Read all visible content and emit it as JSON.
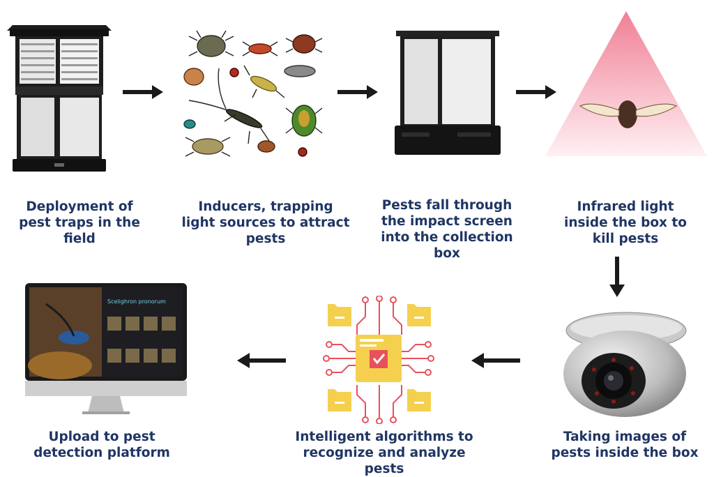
{
  "steps": [
    {
      "id": "deploy",
      "label": "Deployment of pest traps in the field",
      "icon": "trap-icon"
    },
    {
      "id": "inducers",
      "label": "Inducers, trapping light sources to attract pests",
      "icon": "insects-icon"
    },
    {
      "id": "fall",
      "label": "Pests fall through the impact screen into the collection box",
      "icon": "collection-box-icon"
    },
    {
      "id": "infrared",
      "label": "Infrared light inside the box to kill pests",
      "icon": "infrared-light-icon"
    },
    {
      "id": "camera",
      "label": "Taking images of pests inside the box",
      "icon": "dome-camera-icon"
    },
    {
      "id": "algorithm",
      "label": "Intelligent algorithms to recognize and analyze pests",
      "icon": "algorithm-icon"
    },
    {
      "id": "upload",
      "label": "Upload to pest detection platform",
      "icon": "monitor-icon"
    }
  ],
  "monitor": {
    "species_title": "Scelighron pronorum"
  },
  "colors": {
    "label": "#1f3564",
    "arrow": "#1a1a1a",
    "accent_yellow": "#f5d04f",
    "accent_red": "#e8505b",
    "infrared": "#f4b6c0"
  }
}
